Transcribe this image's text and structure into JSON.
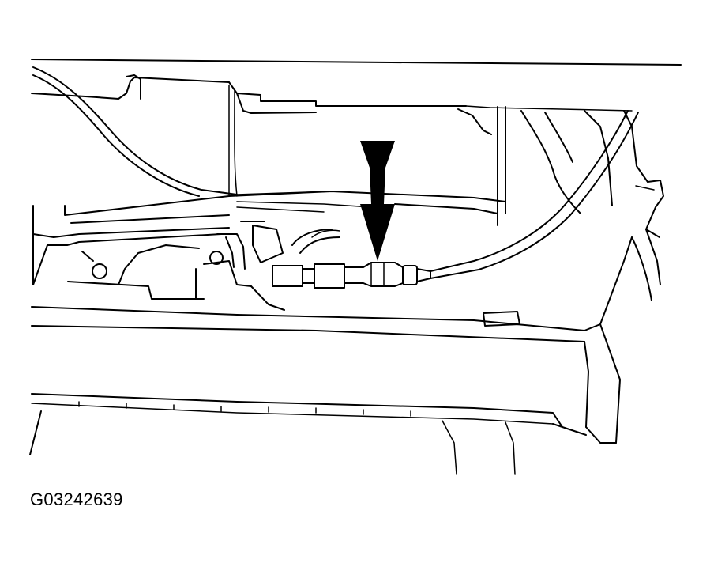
{
  "figure": {
    "id_label": "G03242639"
  },
  "colors": {
    "ink": "#000000",
    "paper": "#ffffff"
  },
  "callouts": [
    {
      "kind": "arrow",
      "points_to": "connector",
      "direction": "down"
    }
  ]
}
